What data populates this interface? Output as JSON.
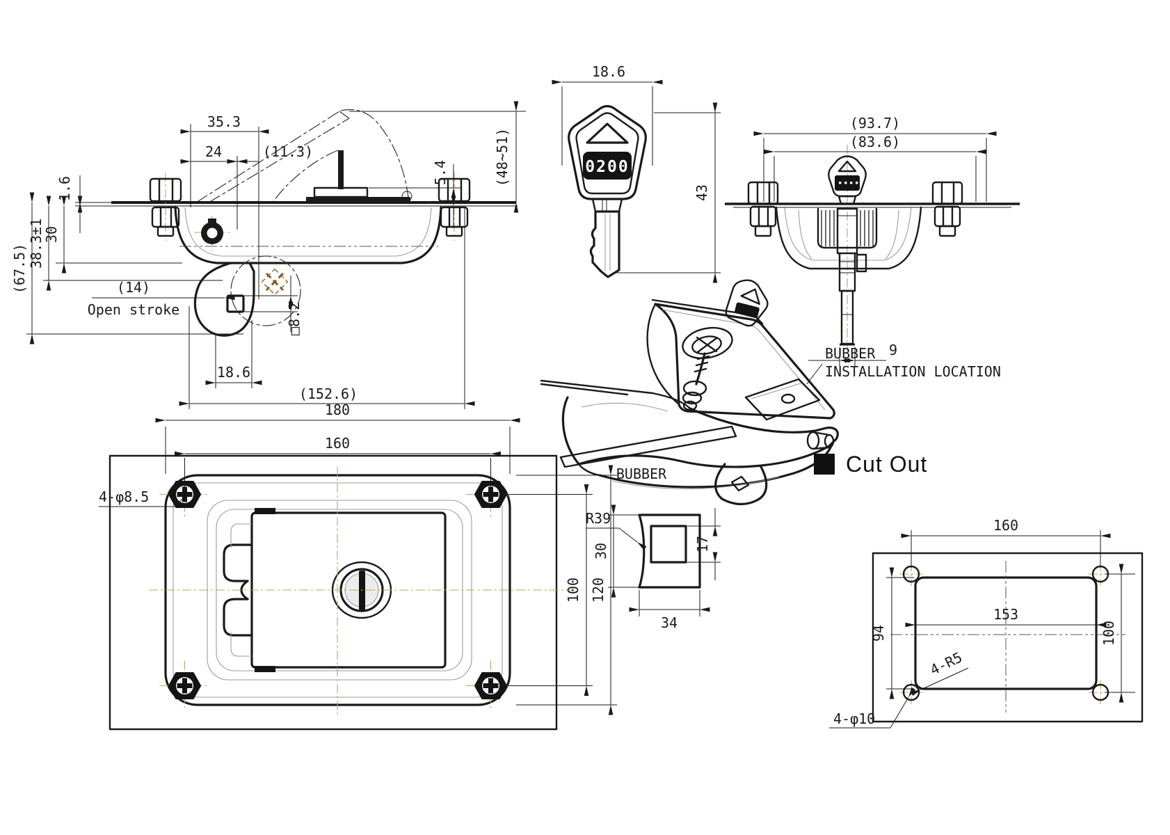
{
  "drawing": {
    "side": {
      "top_width": "35.3",
      "hole_offset": "24",
      "aux_offset": "(11.3)",
      "panel_thickness": "1.6",
      "pan_depth": "30",
      "total_depth": "38.3±1",
      "overall_height": "(67.5)",
      "open_stroke_value": "(14)",
      "open_stroke_label": "Open stroke",
      "hook_offset": "18.6",
      "square_hole": "□8.2",
      "body_length": "(152.6)",
      "stud_height": "5.4",
      "open_height": "(48~51)"
    },
    "key": {
      "width": "18.6",
      "length": "43",
      "code": "0200"
    },
    "end": {
      "flange_width": "(93.7)",
      "body_width": "(83.6)",
      "rod_width": "9"
    },
    "iso": {
      "callout_line1": "BUBBER",
      "callout_line2": "INSTALLATION LOCATION"
    },
    "front": {
      "plate_width": "180",
      "hole_spacing_h": "160",
      "hole_spacing_v": "100",
      "plate_height": "120",
      "mount_holes": "4-φ8.5"
    },
    "bubber": {
      "label": "BUBBER",
      "edge_radius": "R39",
      "height": "30",
      "width": "34",
      "hole_height": "17"
    },
    "cutout": {
      "title": "Cut Out",
      "hole_spacing_h": "160",
      "width": "153",
      "height": "94",
      "hole_spacing_v": "100",
      "corner_radius": "4-R5",
      "holes": "4-φ10"
    }
  }
}
